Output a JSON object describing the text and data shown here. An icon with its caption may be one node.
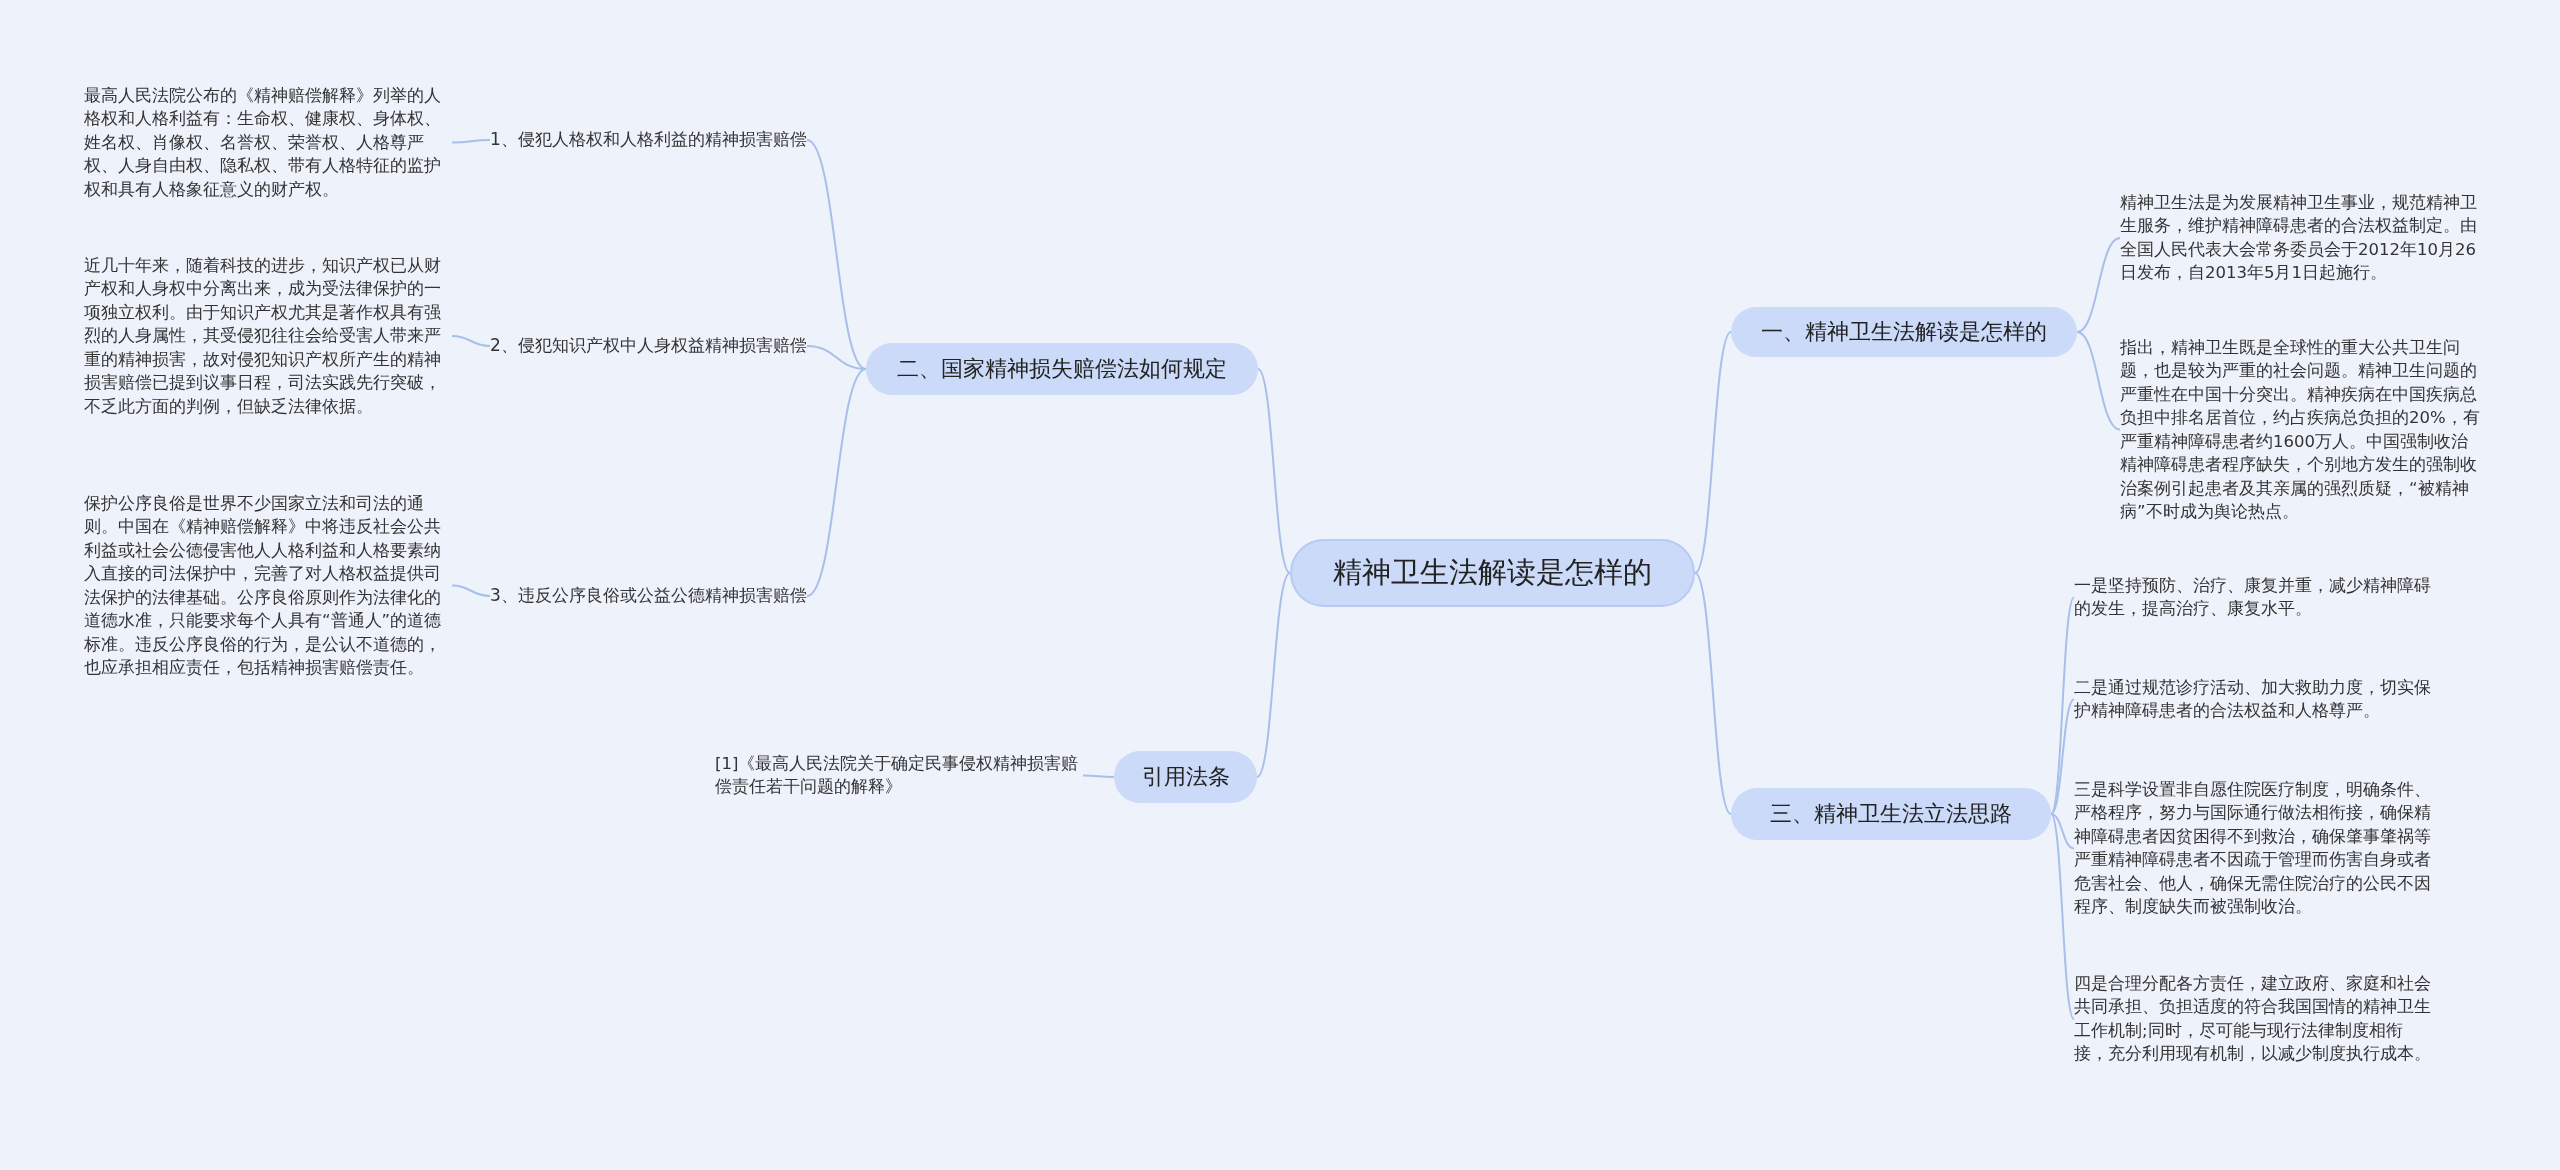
{
  "diagram": {
    "nodes": [
      {
        "text": [
          "精神卫生法解读是怎样的"
        ]
      },
      {
        "text": [
          "一、精神卫生法解读是怎样的"
        ]
      },
      {
        "text": [
          "精神卫生法是为发展精神卫生事业，规范精神卫生服务，维护精神障碍患者的合法权益制定。由全国人民代表大会常务委员会于2012年10月26日发布，自2013年5月1日起施行。"
        ]
      },
      {
        "text": [
          "指出，精神卫生既是全球性的重大公共卫生问题，也是较为严重的社会问题。精神卫生问题的严重性在中国十分突出。精神疾病在中国疾病总负担中排名居首位，约占疾病总负担的20%，有严重精神障碍患者约1600万人。中国强制收治精神障碍患者程序缺失，个别地方发生的强制收治案例引起患者及其亲属的强烈质疑，“被精神病”不时成为舆论热点。"
        ]
      },
      {
        "text": [
          "三、精神卫生法立法思路"
        ]
      },
      {
        "text": [
          "一是坚持预防、治疗、康复并重，减少精神障碍的发生，提高治疗、康复水平。"
        ]
      },
      {
        "text": [
          "二是通过规范诊疗活动、加大救助力度，切实保护精神障碍患者的合法权益和人格尊严。"
        ]
      },
      {
        "text": [
          "三是科学设置非自愿住院医疗制度，明确条件、严格程序，努力与国际通行做法相衔接，确保精神障碍患者因贫困得不到救治，确保肇事肇祸等严重精神障碍患者不因疏于管理而伤害自身或者危害社会、他人，确保无需住院治疗的公民不因程序、制度缺失而被强制收治。"
        ]
      },
      {
        "text": [
          "四是合理分配各方责任，建立政府、家庭和社会共同承担、负担适度的符合我国国情的精神卫生工作机制;同时，尽可能与现行法律制度相衔接，充分利用现有机制，以减少制度执行成本。"
        ]
      },
      {
        "text": [
          "二、国家精神损失赔偿法如何规定"
        ]
      },
      {
        "text": [
          "1、侵犯人格权和人格利益的精神损害赔偿"
        ]
      },
      {
        "text": [
          "最高人民法院公布的《精神赔偿解释》列举的人格权和人格利益有：生命权、健康权、身体权、姓名权、肖像权、名誉权、荣誉权、人格尊严权、人身自由权、隐私权、带有人格特征的监护权和具有人格象征意义的财产权。"
        ]
      },
      {
        "text": [
          "2、侵犯知识产权中人身权益精神损害赔偿"
        ]
      },
      {
        "text": [
          "近几十年来，随着科技的进步，知识产权已从财产权和人身权中分离出来，成为受法律保护的一项独立权利。由于知识产权尤其是著作权具有强烈的人身属性，其受侵犯往往会给受害人带来严重的精神损害，故对侵犯知识产权所产生的精神损害赔偿已提到议事日程，司法实践先行突破，不乏此方面的判例，但缺乏法律依据。"
        ]
      },
      {
        "text": [
          "3、违反公序良俗或公益公德精神损害赔偿"
        ]
      },
      {
        "text": [
          "保护公序良俗是世界不少国家立法和司法的通则。中国在《精神赔偿解释》中将违反社会公共利益或社会公德侵害他人人格利益和人格要素纳入直接的司法保护中，完善了对人格权益提供司法保护的法律基础。公序良俗原则作为法律化的道德水准，只能要求每个人具有“普通人”的道德标准。违反公序良俗的行为，是公认不道德的，也应承担相应责任，包括精神损害赔偿责任。"
        ]
      },
      {
        "text": [
          "引用法条"
        ]
      },
      {
        "text": [
          "[1]《最高人民法院关于确定民事侵权精神损害赔偿责任若干问题的解释》"
        ]
      }
    ],
    "edges": [
      {
        "from": 0,
        "to": 1,
        "arrow": "none"
      },
      {
        "from": 1,
        "to": 2,
        "arrow": "none"
      },
      {
        "from": 1,
        "to": 3,
        "arrow": "none"
      },
      {
        "from": 0,
        "to": 4,
        "arrow": "none"
      },
      {
        "from": 4,
        "to": 5,
        "arrow": "none"
      },
      {
        "from": 4,
        "to": 6,
        "arrow": "none"
      },
      {
        "from": 4,
        "to": 7,
        "arrow": "none"
      },
      {
        "from": 4,
        "to": 8,
        "arrow": "none"
      },
      {
        "from": 0,
        "to": 9,
        "arrow": "none"
      },
      {
        "from": 9,
        "to": 10,
        "arrow": "none"
      },
      {
        "from": 10,
        "to": 11,
        "arrow": "none"
      },
      {
        "from": 9,
        "to": 12,
        "arrow": "none"
      },
      {
        "from": 12,
        "to": 13,
        "arrow": "none"
      },
      {
        "from": 9,
        "to": 14,
        "arrow": "none"
      },
      {
        "from": 14,
        "to": 15,
        "arrow": "none"
      },
      {
        "from": 0,
        "to": 16,
        "arrow": "none"
      },
      {
        "from": 16,
        "to": 17,
        "arrow": "none"
      }
    ]
  }
}
